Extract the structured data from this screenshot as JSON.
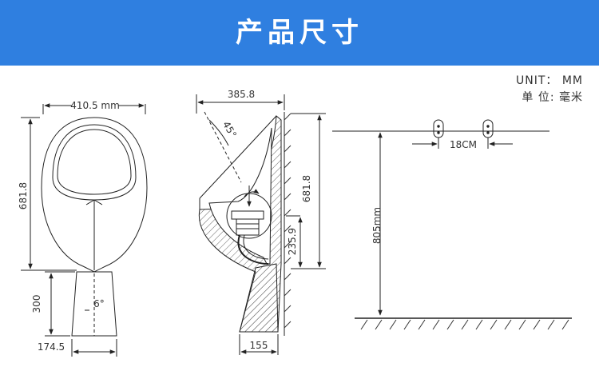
{
  "header": {
    "title": "产品尺寸",
    "bg_color": "#2f7fe0"
  },
  "units": {
    "english": "UNIT： MM",
    "chinese": "单  位:  毫米"
  },
  "dimensions": {
    "front_width": "410.5 mm",
    "front_height": "681.8",
    "pedestal_height": "300",
    "pedestal_angle": "6°",
    "pedestal_width": "174.5",
    "side_depth": "385.8",
    "side_angle": "45°",
    "side_height": "681.8",
    "outlet_height": "235.9",
    "base_depth": "155",
    "mount_height": "805mm",
    "bracket_spacing": "18CM"
  }
}
